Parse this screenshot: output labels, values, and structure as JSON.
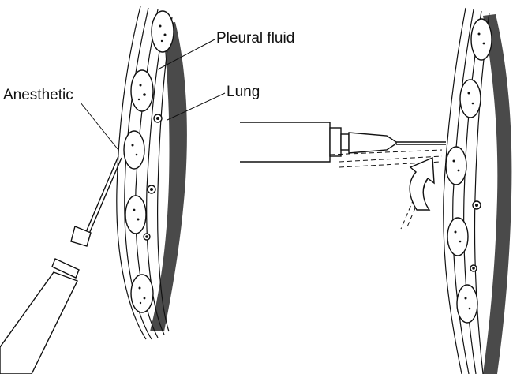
{
  "labels": {
    "pleural_fluid": "Pleural fluid",
    "anesthetic": "Anesthetic",
    "lung": "Lung"
  },
  "colors": {
    "line": "#111111",
    "lung_shadow": "#2a2a2a",
    "background": "#ffffff"
  }
}
